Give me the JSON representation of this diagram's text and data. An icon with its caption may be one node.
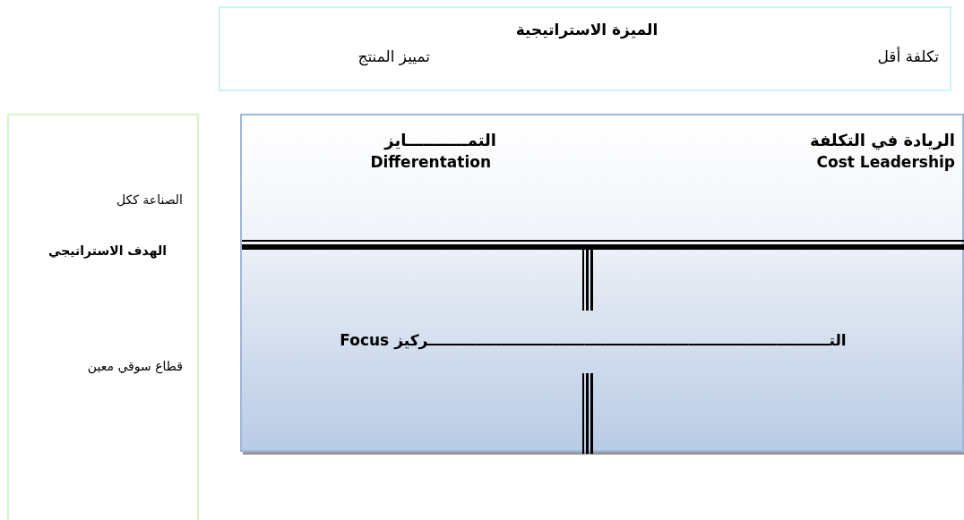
{
  "diagram": {
    "nodes": [
      {
        "text": [
          "الميزة الاستراتيجية",
          "تكلفة أقل",
          "تمييز المنتج"
        ]
      },
      {
        "text": [
          "الصناعة ككل",
          "الهدف الاستراتيجي",
          "قطاع سوقي معين"
        ]
      },
      {
        "text": [
          "الريادة في التكلفة",
          "Cost Leadership",
          "التمـــــــــــايز",
          "Differentation",
          "التـــــــــــــــــــــــــــــــــــــــــــــــــــــــــــــــــــــــــــــركيز Focus"
        ]
      }
    ],
    "edges": []
  }
}
